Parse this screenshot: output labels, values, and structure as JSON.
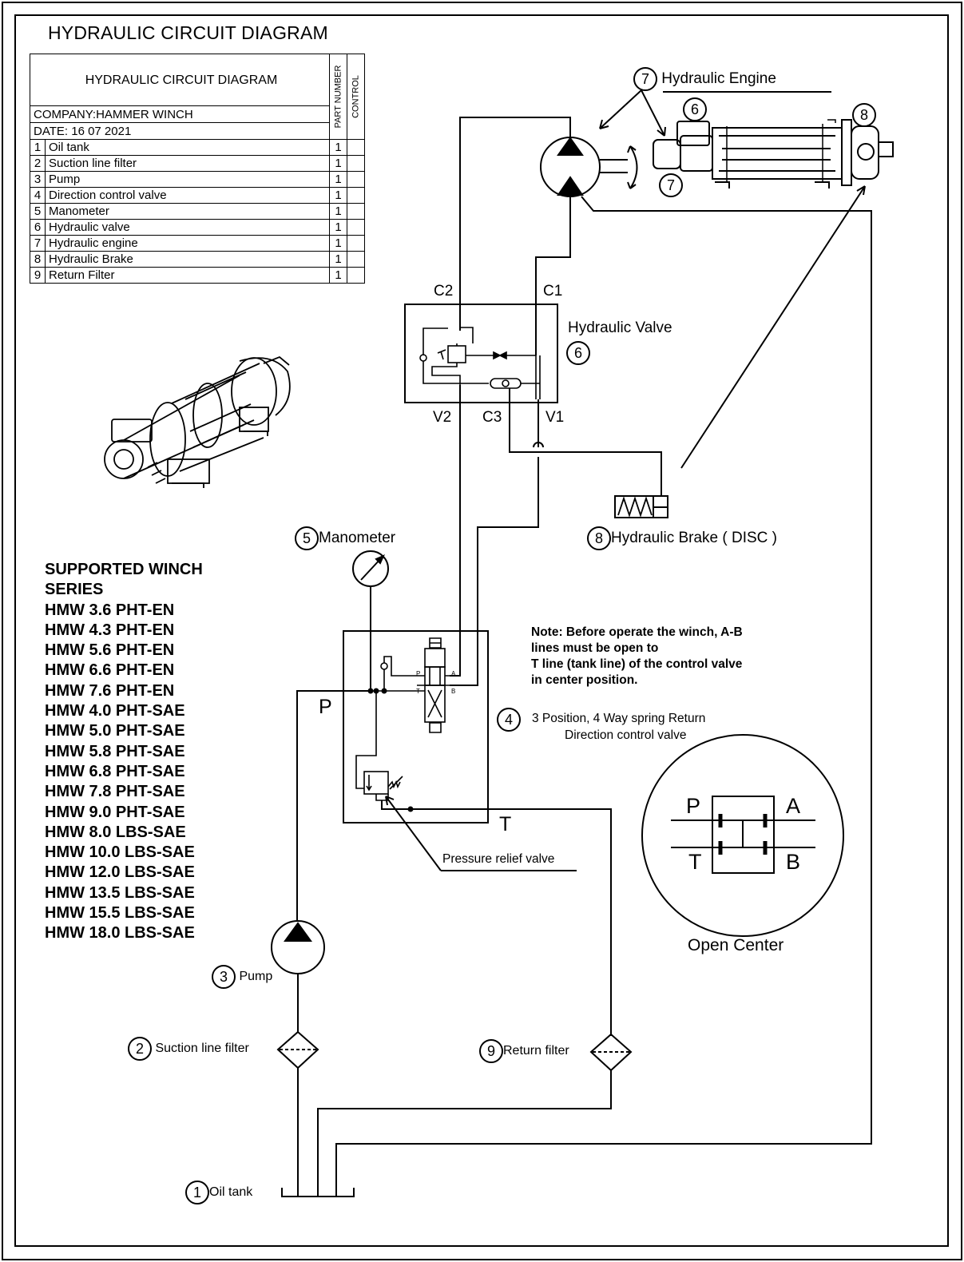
{
  "title": "HYDRAULIC CIRCUIT DIAGRAM",
  "table": {
    "header": "HYDRAULIC CIRCUIT DIAGRAM",
    "company": "COMPANY:HAMMER WINCH",
    "date": "DATE: 16 07 2021",
    "col_part_number": "PART NUMBER",
    "col_control": "CONTROL",
    "rows": [
      {
        "no": "1",
        "name": "Oil tank",
        "qty": "1"
      },
      {
        "no": "2",
        "name": "Suction line filter",
        "qty": "1"
      },
      {
        "no": "3",
        "name": "Pump",
        "qty": "1"
      },
      {
        "no": "4",
        "name": "Direction control valve",
        "qty": "1"
      },
      {
        "no": "5",
        "name": "Manometer",
        "qty": "1"
      },
      {
        "no": "6",
        "name": "Hydraulic valve",
        "qty": "1"
      },
      {
        "no": "7",
        "name": "Hydraulic engine",
        "qty": "1"
      },
      {
        "no": "8",
        "name": "Hydraulic Brake",
        "qty": "1"
      },
      {
        "no": "9",
        "name": "Return Filter",
        "qty": "1"
      }
    ]
  },
  "series": {
    "heading_1": "SUPPORTED WINCH",
    "heading_2": "SERIES",
    "items": [
      "HMW 3.6 PHT-EN",
      "HMW 4.3 PHT-EN",
      "HMW 5.6 PHT-EN",
      "HMW 6.6 PHT-EN",
      "HMW 7.6 PHT-EN",
      "HMW 4.0 PHT-SAE",
      "HMW 5.0 PHT-SAE",
      "HMW 5.8 PHT-SAE",
      "HMW 6.8 PHT-SAE",
      "HMW 7.8 PHT-SAE",
      "HMW 9.0 PHT-SAE",
      "HMW 8.0 LBS-SAE",
      "HMW 10.0 LBS-SAE",
      "HMW 12.0 LBS-SAE",
      "HMW 13.5 LBS-SAE",
      "HMW 15.5 LBS-SAE",
      "HMW 18.0 LBS-SAE"
    ]
  },
  "labels": {
    "hydraulic_engine_no": "7",
    "hydraulic_engine": "Hydraulic Engine",
    "photo_valve_no": "6",
    "photo_engine_no": "7",
    "photo_brake_no": "8",
    "port_c2": "C2",
    "port_c1": "C1",
    "port_v2": "V2",
    "port_c3": "C3",
    "port_v1": "V1",
    "hydraulic_valve": "Hydraulic Valve",
    "hydraulic_valve_no": "6",
    "manometer_no": "5",
    "manometer": "Manometer",
    "brake_no": "8",
    "brake": "Hydraulic Brake ( DISC )",
    "note_lines": [
      "Note: Before operate the winch, A-B",
      "lines must be open to",
      "T line (tank line) of the control valve",
      "in center position."
    ],
    "dcv_no": "4",
    "dcv_line1": "3 Position, 4 Way spring Return",
    "dcv_line2": "Direction control valve",
    "port_p": "P",
    "port_t": "T",
    "valve_p": "P",
    "valve_a": "A",
    "valve_t": "T",
    "valve_b": "B",
    "relief": "Pressure relief valve",
    "open_center": "Open Center",
    "oc_p": "P",
    "oc_a": "A",
    "oc_t": "T",
    "oc_b": "B",
    "pump_no": "3",
    "pump": "Pump",
    "suction_no": "2",
    "suction": "Suction line filter",
    "return_no": "9",
    "return": "Return filter",
    "tank_no": "1",
    "tank": "Oil tank"
  }
}
